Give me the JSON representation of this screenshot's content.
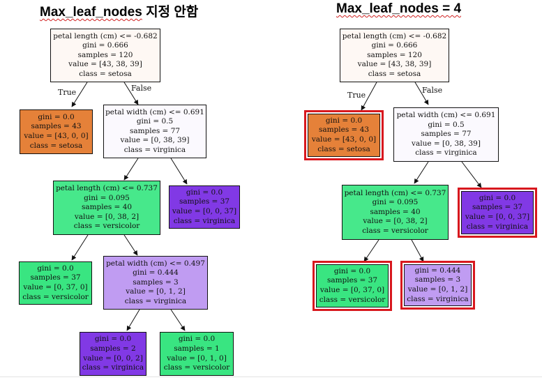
{
  "left_panel": {
    "title_prefix": "Max_leaf_nodes",
    "title_suffix": " 지정 안함",
    "edge_true": "True",
    "edge_false": "False",
    "nodes": {
      "root": [
        "petal length (cm) <= -0.682",
        "gini = 0.666",
        "samples = 120",
        "value = [43, 38, 39]",
        "class = setosa"
      ],
      "setosa_leaf": [
        "gini = 0.0",
        "samples = 43",
        "value = [43, 0, 0]",
        "class = setosa"
      ],
      "pw_split": [
        "petal width (cm) <= 0.691",
        "gini = 0.5",
        "samples = 77",
        "value = [0, 38, 39]",
        "class = virginica"
      ],
      "pl_split": [
        "petal length (cm) <= 0.737",
        "gini = 0.095",
        "samples = 40",
        "value = [0, 38, 2]",
        "class = versicolor"
      ],
      "virginica_leaf": [
        "gini = 0.0",
        "samples = 37",
        "value = [0, 0, 37]",
        "class = virginica"
      ],
      "versicolor_leaf": [
        "gini = 0.0",
        "samples = 37",
        "value = [0, 37, 0]",
        "class = versicolor"
      ],
      "pw_split2": [
        "petal width (cm) <= 0.497",
        "gini = 0.444",
        "samples = 3",
        "value = [0, 1, 2]",
        "class = virginica"
      ],
      "virginica_leaf2": [
        "gini = 0.0",
        "samples = 2",
        "value = [0, 0, 2]",
        "class = virginica"
      ],
      "versicolor_leaf2": [
        "gini = 0.0",
        "samples = 1",
        "value = [0, 1, 0]",
        "class = versicolor"
      ]
    }
  },
  "right_panel": {
    "title": "Max_leaf_nodes = 4",
    "edge_true": "True",
    "edge_false": "False",
    "nodes": {
      "root": [
        "petal length (cm) <= -0.682",
        "gini = 0.666",
        "samples = 120",
        "value = [43, 38, 39]",
        "class = setosa"
      ],
      "setosa_leaf": [
        "gini = 0.0",
        "samples = 43",
        "value = [43, 0, 0]",
        "class = setosa"
      ],
      "pw_split": [
        "petal width (cm) <= 0.691",
        "gini = 0.5",
        "samples = 77",
        "value = [0, 38, 39]",
        "class = virginica"
      ],
      "pl_split": [
        "petal length (cm) <= 0.737",
        "gini = 0.095",
        "samples = 40",
        "value = [0, 38, 2]",
        "class = versicolor"
      ],
      "virginica_leaf": [
        "gini = 0.0",
        "samples = 37",
        "value = [0, 0, 37]",
        "class = virginica"
      ],
      "versicolor_leaf": [
        "gini = 0.0",
        "samples = 37",
        "value = [0, 37, 0]",
        "class = versicolor"
      ],
      "mixed_leaf": [
        "gini = 0.444",
        "samples = 3",
        "value = [0, 1, 2]",
        "class = virginica"
      ]
    }
  },
  "colors": {
    "setosa_pure": "#e58139",
    "root_tint": "#fef8f4",
    "virginica_pale": "#fbf9fe",
    "versicolor_strong": "#47e88b",
    "virginica_pure": "#8139e5",
    "versicolor_pure": "#39e581",
    "virginica_light": "#c09cf2",
    "highlight_border": "#d8181e"
  }
}
